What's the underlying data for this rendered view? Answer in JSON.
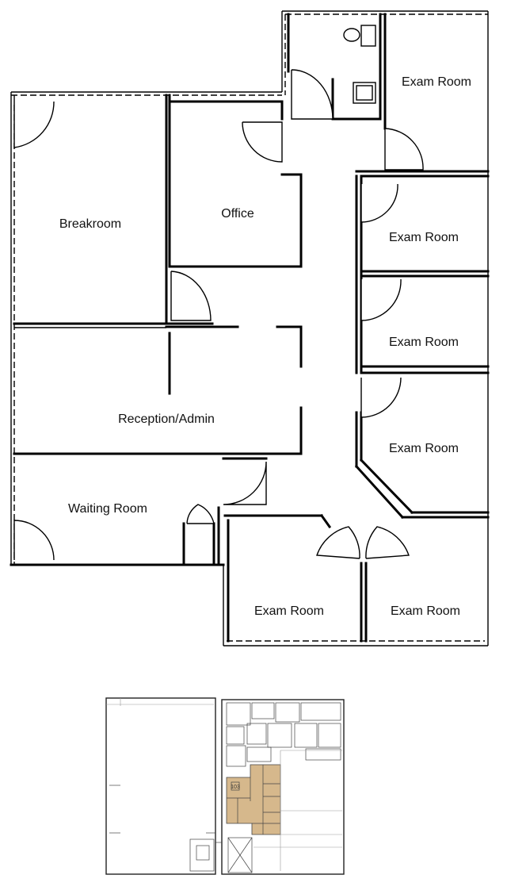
{
  "rooms": {
    "breakroom": "Breakroom",
    "office": "Office",
    "reception": "Reception/Admin",
    "waiting": "Waiting Room",
    "exam_top": "Exam Room",
    "exam_2": "Exam Room",
    "exam_3": "Exam Room",
    "exam_4": "Exam Room",
    "exam_bottom_left": "Exam Room",
    "exam_bottom_right": "Exam Room"
  },
  "key_plan": {
    "suite_tag": "103",
    "highlight_color": "#d6b88c"
  }
}
